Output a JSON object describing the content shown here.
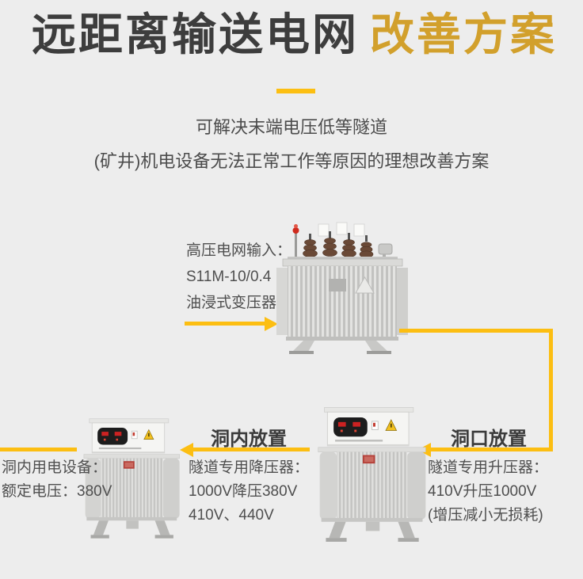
{
  "page": {
    "background": "#ededed"
  },
  "header": {
    "title_dark": "远距离输送电网",
    "title_accent": "改善方案",
    "accent_color": "#d2a02c",
    "divider_color": "#fcbf12",
    "subtitle_line1": "可解决末端电压低等隧道",
    "subtitle_line2": "(矿井)机电设备无法正常工作等原因的理想改善方案"
  },
  "diagram": {
    "line_color": "#fcbe12",
    "input": {
      "line1": "高压电网输入：",
      "line2": "S11M-10/0.4",
      "line3": "油浸式变压器"
    },
    "entrance": {
      "label": "洞口放置",
      "line1": "隧道专用升压器：",
      "line2": "410V升压1000V",
      "line3": "(增压减小无损耗)"
    },
    "inside": {
      "label": "洞内放置",
      "line1": "隧道专用降压器：",
      "line2": "1000V降压380V",
      "line3": "410V、440V"
    },
    "equipment": {
      "line1": "洞内用电设备：",
      "line2": "额定电压：380V"
    },
    "icons": {
      "flow_arrows": "arrow pointing along power flow",
      "warning_triangle": "yellow hazard triangle on cabinet"
    }
  }
}
